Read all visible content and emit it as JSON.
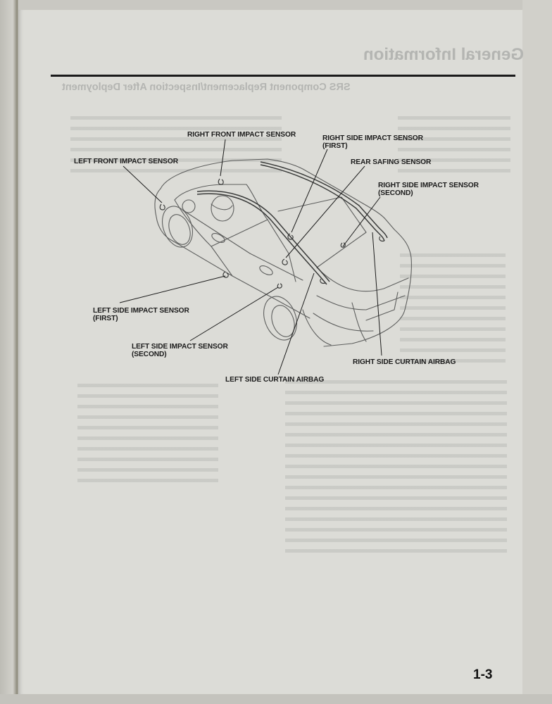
{
  "document": {
    "page_number": "1-3",
    "show_through": {
      "section_title_mirrored": "General Information",
      "subtitle_mirrored": "SRS Component Replacement/Inspection After Deployment"
    }
  },
  "diagram": {
    "subject": "SRS component locations (vehicle rear three-quarter view)",
    "labels": [
      {
        "id": "right-front-impact-sensor",
        "text": "RIGHT FRONT IMPACT SENSOR"
      },
      {
        "id": "left-front-impact-sensor",
        "text": "LEFT FRONT IMPACT SENSOR"
      },
      {
        "id": "right-side-impact-sensor-first",
        "line1": "RIGHT SIDE IMPACT SENSOR",
        "line2": "(FIRST)"
      },
      {
        "id": "rear-safing-sensor",
        "text": "REAR SAFING SENSOR"
      },
      {
        "id": "right-side-impact-sensor-second",
        "line1": "RIGHT SIDE IMPACT SENSOR",
        "line2": "(SECOND)"
      },
      {
        "id": "left-side-impact-sensor-first",
        "line1": "LEFT SIDE IMPACT SENSOR",
        "line2": "(FIRST)"
      },
      {
        "id": "left-side-impact-sensor-second",
        "line1": "LEFT SIDE IMPACT SENSOR",
        "line2": "(SECOND)"
      },
      {
        "id": "right-side-curtain-airbag",
        "text": "RIGHT SIDE CURTAIN AIRBAG"
      },
      {
        "id": "left-side-curtain-airbag",
        "text": "LEFT SIDE CURTAIN AIRBAG"
      }
    ]
  },
  "colors": {
    "paper": "#dcdcd7",
    "ink": "#1b1b1b",
    "line_art": "#5a5b5a",
    "show_through": "#b4b5b2"
  }
}
